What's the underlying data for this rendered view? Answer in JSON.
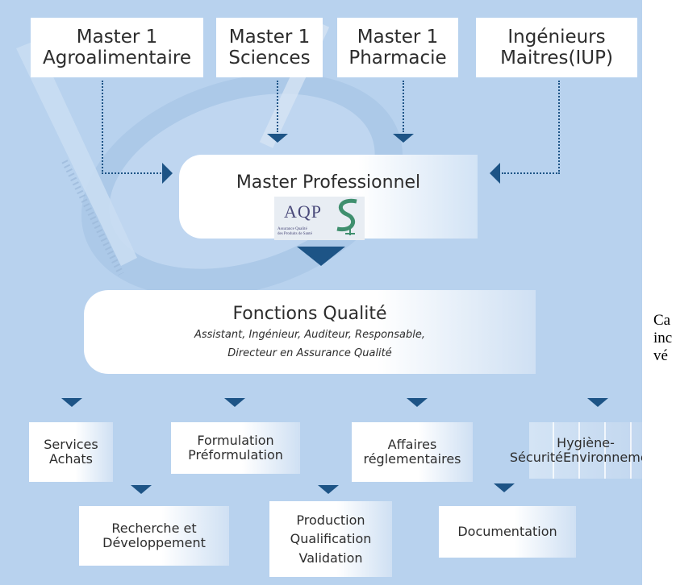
{
  "top_sources": [
    {
      "line1": "Master 1",
      "line2": "Agroalimentaire"
    },
    {
      "line1": "Master 1",
      "line2": "Sciences"
    },
    {
      "line1": "Master 1",
      "line2": "Pharmacie"
    },
    {
      "line1": "Ingénieurs",
      "line2": "Maitres(IUP)"
    }
  ],
  "master_pro": "Master Professionnel",
  "logo": {
    "letters": "AQPS",
    "subtitle": "Assurance Qualité des Produits de Santé"
  },
  "fonctions": {
    "title": "Fonctions Qualité",
    "line1": "Assistant, Ingénieur, Auditeur, Responsable,",
    "line2": "Directeur en Assurance Qualité"
  },
  "services": [
    {
      "line1": "Services",
      "line2": "Achats"
    },
    {
      "line1": "Formulation",
      "line2": "Préformulation"
    },
    {
      "line1": "Affaires",
      "line2": "réglementaires"
    },
    {
      "line1": "Hygiène-Sécurité",
      "line2": "Environnement"
    }
  ],
  "bottom": [
    {
      "line1": "Recherche et",
      "line2": "Développement"
    },
    {
      "line1": "Production",
      "line2": "Qualification",
      "line3": "Validation"
    },
    {
      "line1": "Documentation"
    }
  ],
  "caption": [
    "Ca",
    "inc",
    "vé"
  ],
  "colors": {
    "background": "#b8d2ee",
    "arrow": "#1d5486",
    "text": "#2d2d2d"
  }
}
